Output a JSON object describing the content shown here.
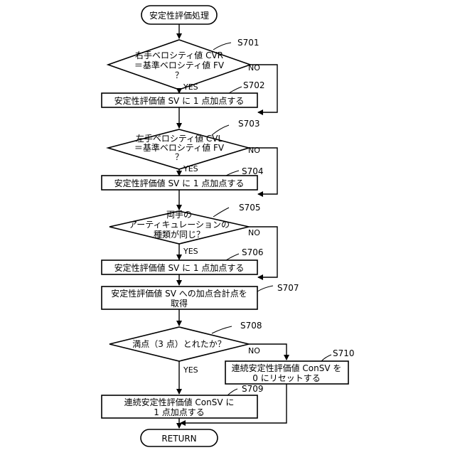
{
  "start": "安定性評価処理",
  "end": "RETURN",
  "steps": {
    "s701": {
      "label": "S701",
      "lines": [
        "右手ベロシティ値 CVR",
        "＝基準ベロシティ値 FV",
        "？"
      ]
    },
    "s702": {
      "label": "S702",
      "text": "安定性評価値 SV に 1 点加点する"
    },
    "s703": {
      "label": "S703",
      "lines": [
        "左手ベロシティ値 CVL",
        "＝基準ベロシティ値 FV",
        "？"
      ]
    },
    "s704": {
      "label": "S704",
      "text": "安定性評価値 SV に 1 点加点する"
    },
    "s705": {
      "label": "S705",
      "lines": [
        "両手の",
        "アーティキュレーションの",
        "種類が同じ？"
      ]
    },
    "s706": {
      "label": "S706",
      "text": "安定性評価値 SV に 1 点加点する"
    },
    "s707": {
      "label": "S707",
      "lines": [
        "安定性評価値 SV への加点合計点を",
        "取得"
      ]
    },
    "s708": {
      "label": "S708",
      "text": "満点（3 点）とれたか？"
    },
    "s709": {
      "label": "S709",
      "lines": [
        "連続安定性評価値 ConSV に",
        "1 点加点する"
      ]
    },
    "s710": {
      "label": "S710",
      "lines": [
        "連続安定性評価値 ConSV を",
        "0 にリセットする"
      ]
    }
  },
  "labels": {
    "yes": "YES",
    "no": "NO"
  }
}
